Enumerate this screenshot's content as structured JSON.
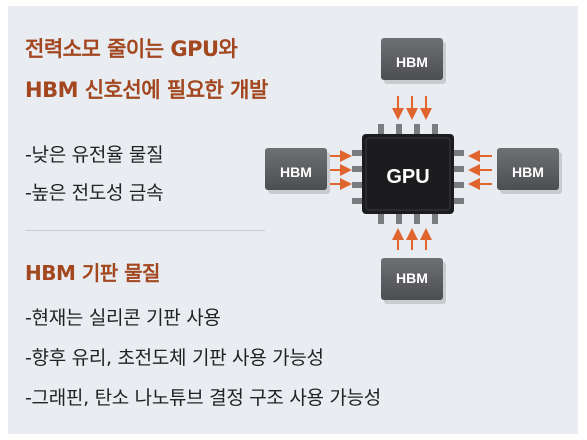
{
  "title_line1": "전력소모 줄이는 GPU와",
  "title_line2": "HBM 신호선에 필요한 개발",
  "materials": [
    "-낮은 유전율 물질",
    "-높은 전도성 금속"
  ],
  "substrate_title": "HBM 기판 물질",
  "substrate_items": [
    "-현재는 실리콘 기판 사용",
    "-향후 유리, 초전도체 기판 사용 가능성",
    "-그래핀, 탄소 나노튜브 결정 구조 사용 가능성"
  ],
  "chip_labels": {
    "gpu": "GPU",
    "hbm_top": "HBM",
    "hbm_left": "HBM",
    "hbm_right": "HBM",
    "hbm_bottom": "HBM"
  },
  "colors": {
    "title": "#a2471f",
    "arrow": "#e0652e",
    "chip": "#1c1c1e",
    "hbm": "#5c5d60",
    "background": "#e9edf1"
  }
}
